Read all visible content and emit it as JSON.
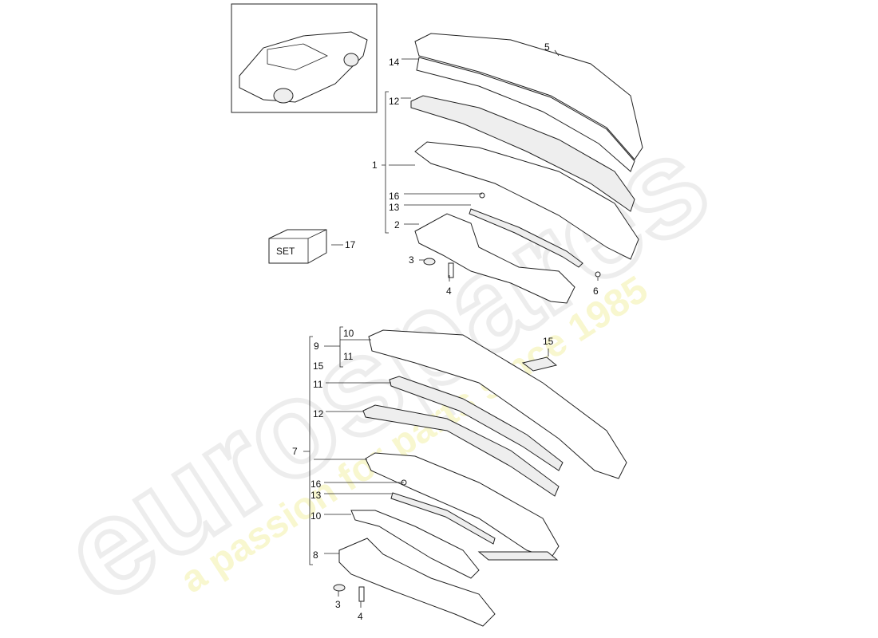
{
  "watermark": {
    "brand": "eurospares",
    "tagline": "a passion for parts since 1985"
  },
  "set_box": {
    "text": "SET"
  },
  "upper_labels": [
    "5",
    "14",
    "12",
    "1",
    "16",
    "13",
    "2",
    "3",
    "4",
    "6",
    "17"
  ],
  "lower_labels": [
    "10",
    "9",
    "11",
    "15",
    "11",
    "12",
    "7",
    "16",
    "13",
    "10",
    "8",
    "3",
    "4",
    "15"
  ]
}
